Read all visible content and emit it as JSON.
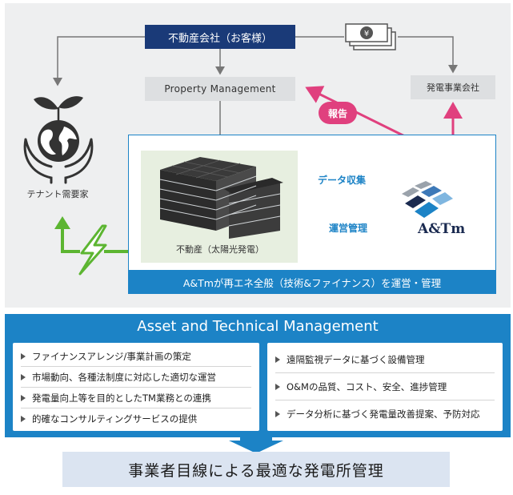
{
  "nodes": {
    "client": "不動産会社（お客様）",
    "property_management": "Property Management",
    "power_company": "発電事業会社",
    "tenant": "テナント需要家",
    "building": "不動産（太陽光発電）",
    "logo_text": "A&Tm"
  },
  "arrows": {
    "data_collection": "データ収集",
    "operations": "運営管理",
    "report": "報告"
  },
  "main_caption": "A&Tmが再エネ全般（技術&ファイナンス）を運営・管理",
  "atm": {
    "title": "Asset and Technical Management",
    "left_items": [
      "ファイナンスアレンジ/事業計画の策定",
      "市場動向、各種法制度に対応した適切な運営",
      "発電量向上等を目的としたTM業務との連携",
      "的確なコンサルティングサービスの提供"
    ],
    "right_items": [
      "遠隔監視データに基づく設備管理",
      "O&Mの品質、コスト、安全、進捗管理",
      "データ分析に基づく発電量改善提案、予防対応"
    ]
  },
  "summary": "事業者目線による最適な発電所管理",
  "icons": {
    "money": "yen-banknotes-icon",
    "earth": "earth-sprout-hands-icon",
    "building": "solar-building-icon",
    "logo": "atm-logo-icon",
    "lightning": "lightning-bolt-icon"
  },
  "colors": {
    "navy": "#1a3a78",
    "blue": "#1c83c6",
    "pink": "#e0407e",
    "green": "#5cb531",
    "gray": "#dddfe1"
  }
}
